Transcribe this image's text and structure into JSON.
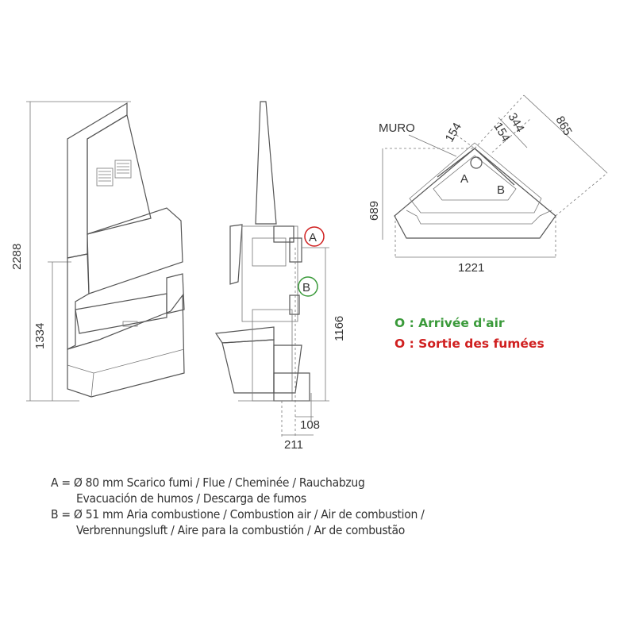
{
  "front_view": {
    "dim_total_height": "2288",
    "dim_lower_height": "1334"
  },
  "side_view": {
    "label_a": "A",
    "label_b": "B",
    "dim_height": "1166",
    "dim_depth_small": "108",
    "dim_depth": "211"
  },
  "plan_view": {
    "wall_label": "MURO",
    "dim_154_left": "154",
    "dim_154_right": "154",
    "dim_344": "344",
    "dim_865": "865",
    "dim_689": "689",
    "dim_1221": "1221",
    "label_a": "A",
    "label_b": "B"
  },
  "key": {
    "air_inlet": "O : Arrivée d'air",
    "smoke_outlet": "O : Sortie des fumées",
    "air_color": "#3a9a3a",
    "smoke_color": "#d02020"
  },
  "legend": {
    "a_line1": "A = Ø 80 mm  Scarico fumi / Flue / Cheminée / Rauchabzug",
    "a_line2": "Evacuación de humos / Descarga de fumos",
    "b_line1": "B = Ø 51 mm  Aria combustione / Combustion air / Air de combustion /",
    "b_line2": "Verbrennungsluft / Aire para la combustión / Ar de combustão"
  }
}
